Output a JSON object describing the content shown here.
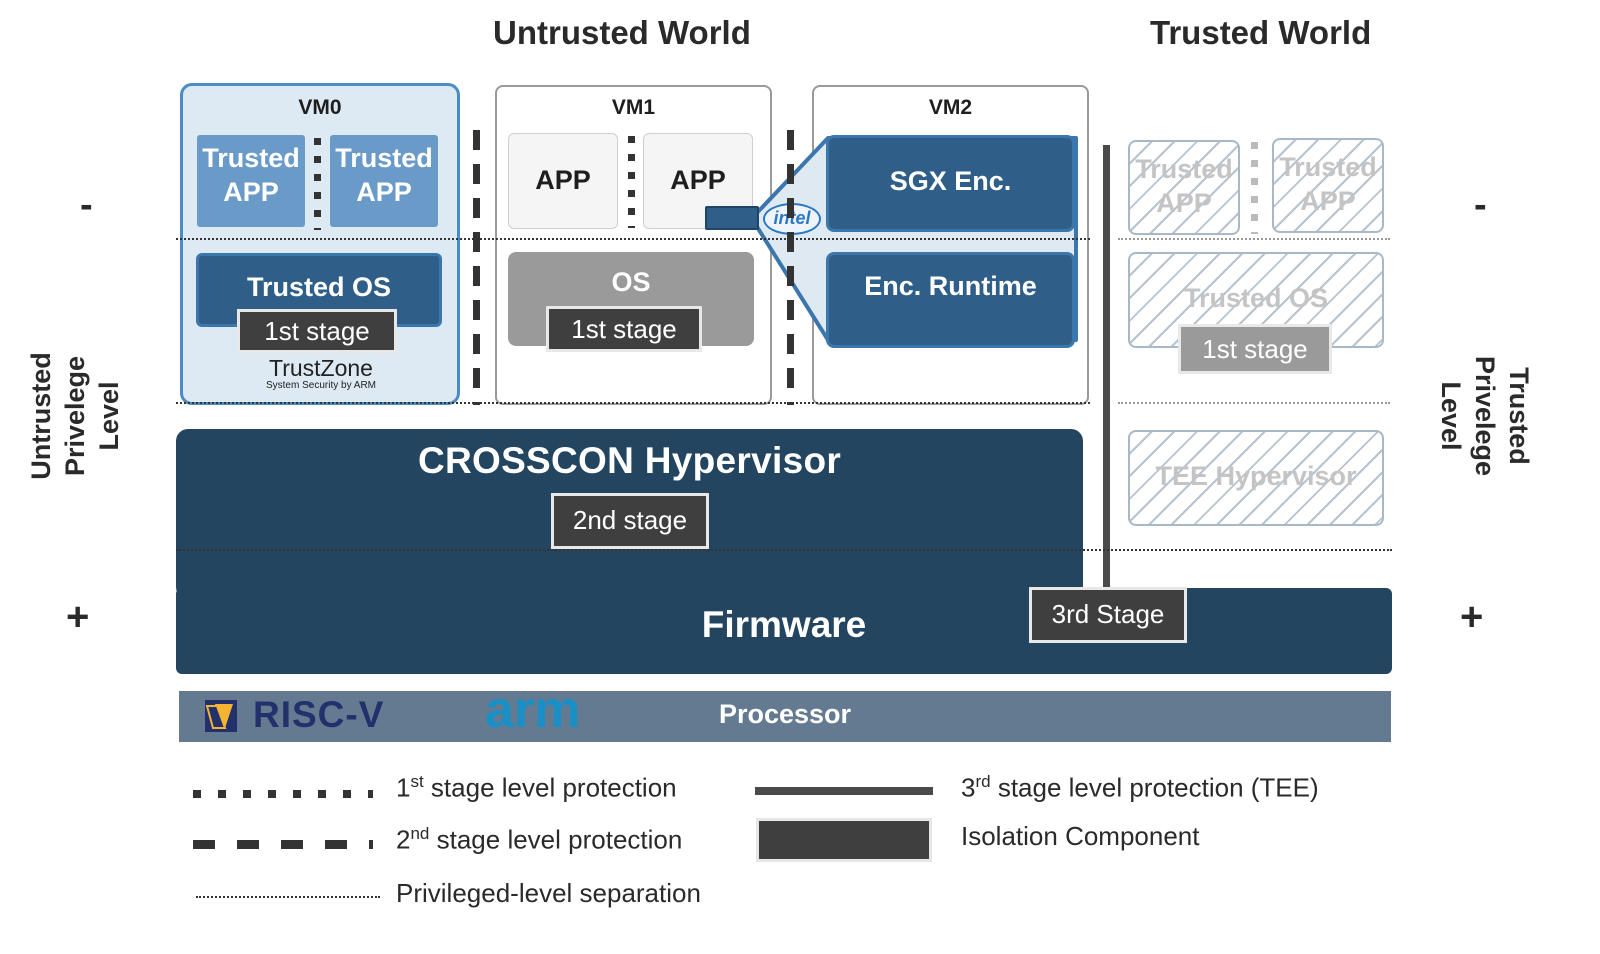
{
  "titles": {
    "untrusted_world": "Untrusted World",
    "trusted_world": "Trusted World"
  },
  "side_labels": {
    "left": [
      "Untrusted",
      "Privelege",
      "Level"
    ],
    "right": [
      "Trusted",
      "Privelege",
      "Level"
    ],
    "minus": "-",
    "plus": "+"
  },
  "vm0": {
    "label": "VM0",
    "apps": [
      [
        "Trusted",
        "APP"
      ],
      [
        "Trusted",
        "APP"
      ]
    ],
    "os": "Trusted OS",
    "stage": "1st stage",
    "logo_main": "TrustZone",
    "logo_sub": "System Security by ARM"
  },
  "vm1": {
    "label": "VM1",
    "apps": [
      "APP",
      "APP"
    ],
    "os": "OS",
    "stage": "1st stage"
  },
  "vm2": {
    "label": "VM2",
    "enclave": "SGX Enc.",
    "runtime": "Enc. Runtime",
    "logo": "intel"
  },
  "trusted_world": {
    "apps": [
      [
        "Trusted",
        "APP"
      ],
      [
        "Trusted",
        "APP"
      ]
    ],
    "os": "Trusted OS",
    "stage": "1st stage",
    "hypervisor": "TEE Hypervisor"
  },
  "hypervisor": {
    "label": "CROSSCON Hypervisor",
    "stage": "2nd stage"
  },
  "firmware": {
    "label": "Firmware",
    "stage": "3rd Stage"
  },
  "processor": {
    "label": "Processor",
    "logo_riscv": "RISC-V",
    "logo_arm": "arm"
  },
  "legend": {
    "first": {
      "num": "1",
      "sup": "st",
      "text": " stage level protection"
    },
    "second": {
      "num": "2",
      "sup": "nd",
      "text": " stage level protection"
    },
    "privileged": "Privileged-level separation",
    "third": {
      "num": "3",
      "sup": "rd",
      "text": " stage level protection (TEE)"
    },
    "isolation": "Isolation Component"
  },
  "colors": {
    "dark_navy": "#234560",
    "mid_blue": "#2f5f89",
    "light_blue": "#6a9bc8",
    "stage_gray": "#3f3f3f",
    "processor_bar": "#647a91"
  }
}
